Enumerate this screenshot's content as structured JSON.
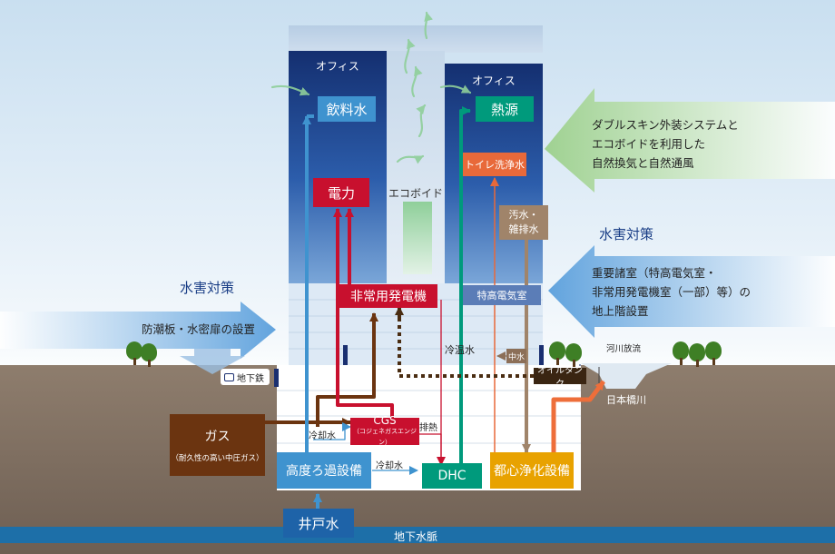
{
  "building": {
    "left_tower_label": "オフィス",
    "right_tower_label": "オフィス",
    "eco_void_label": "エコボイド",
    "drinking_water": "飲料水",
    "heat_source": "熱源",
    "toilet_water": "トイレ洗浄水",
    "electricity": "電力",
    "wastewater": [
      "汚水・",
      "雑排水"
    ],
    "emergency_generator": "非常用発電機",
    "special_substation": "特高電気室",
    "cold_hot_water": "冷温水",
    "gray_water": "中水",
    "oil_tank": "オイルタンク"
  },
  "ground": {
    "subway": "地下鉄",
    "gas_title": "ガス",
    "gas_note": "（耐久性の高い中圧ガス）",
    "cgs_title": "CGS",
    "cgs_note": "（コジェネガスエンジン）",
    "exhaust_heat": "排熱",
    "cooling_water_1": "冷却水",
    "cooling_water_2": "冷却水",
    "filtration": "高度ろ過設備",
    "dhc": "DHC",
    "purification": "都心浄化設備",
    "well_water": "井戸水",
    "groundwater": "地下水脈",
    "river_discharge": "河川放流",
    "river_name": "日本橋川"
  },
  "callouts": {
    "double_skin": [
      "ダブルスキン外装システムと",
      "エコボイドを利用した",
      "自然換気と自然通風"
    ],
    "flood_title_right": "水害対策",
    "flood_text_right": [
      "重要諸室（特高電気室・",
      "非常用発電機室（一部）等）の",
      "地上階設置"
    ],
    "flood_title_left": "水害対策",
    "flood_text_left": "防潮板・水密扉の設置"
  },
  "colors": {
    "electricity": "#c8102e",
    "gas": "#6b3410",
    "water_blue": "#3f93cf",
    "heat_teal": "#009a7c",
    "wastewater": "#a0846a",
    "purification": "#e8a200",
    "ground": "#8d7b6b"
  }
}
